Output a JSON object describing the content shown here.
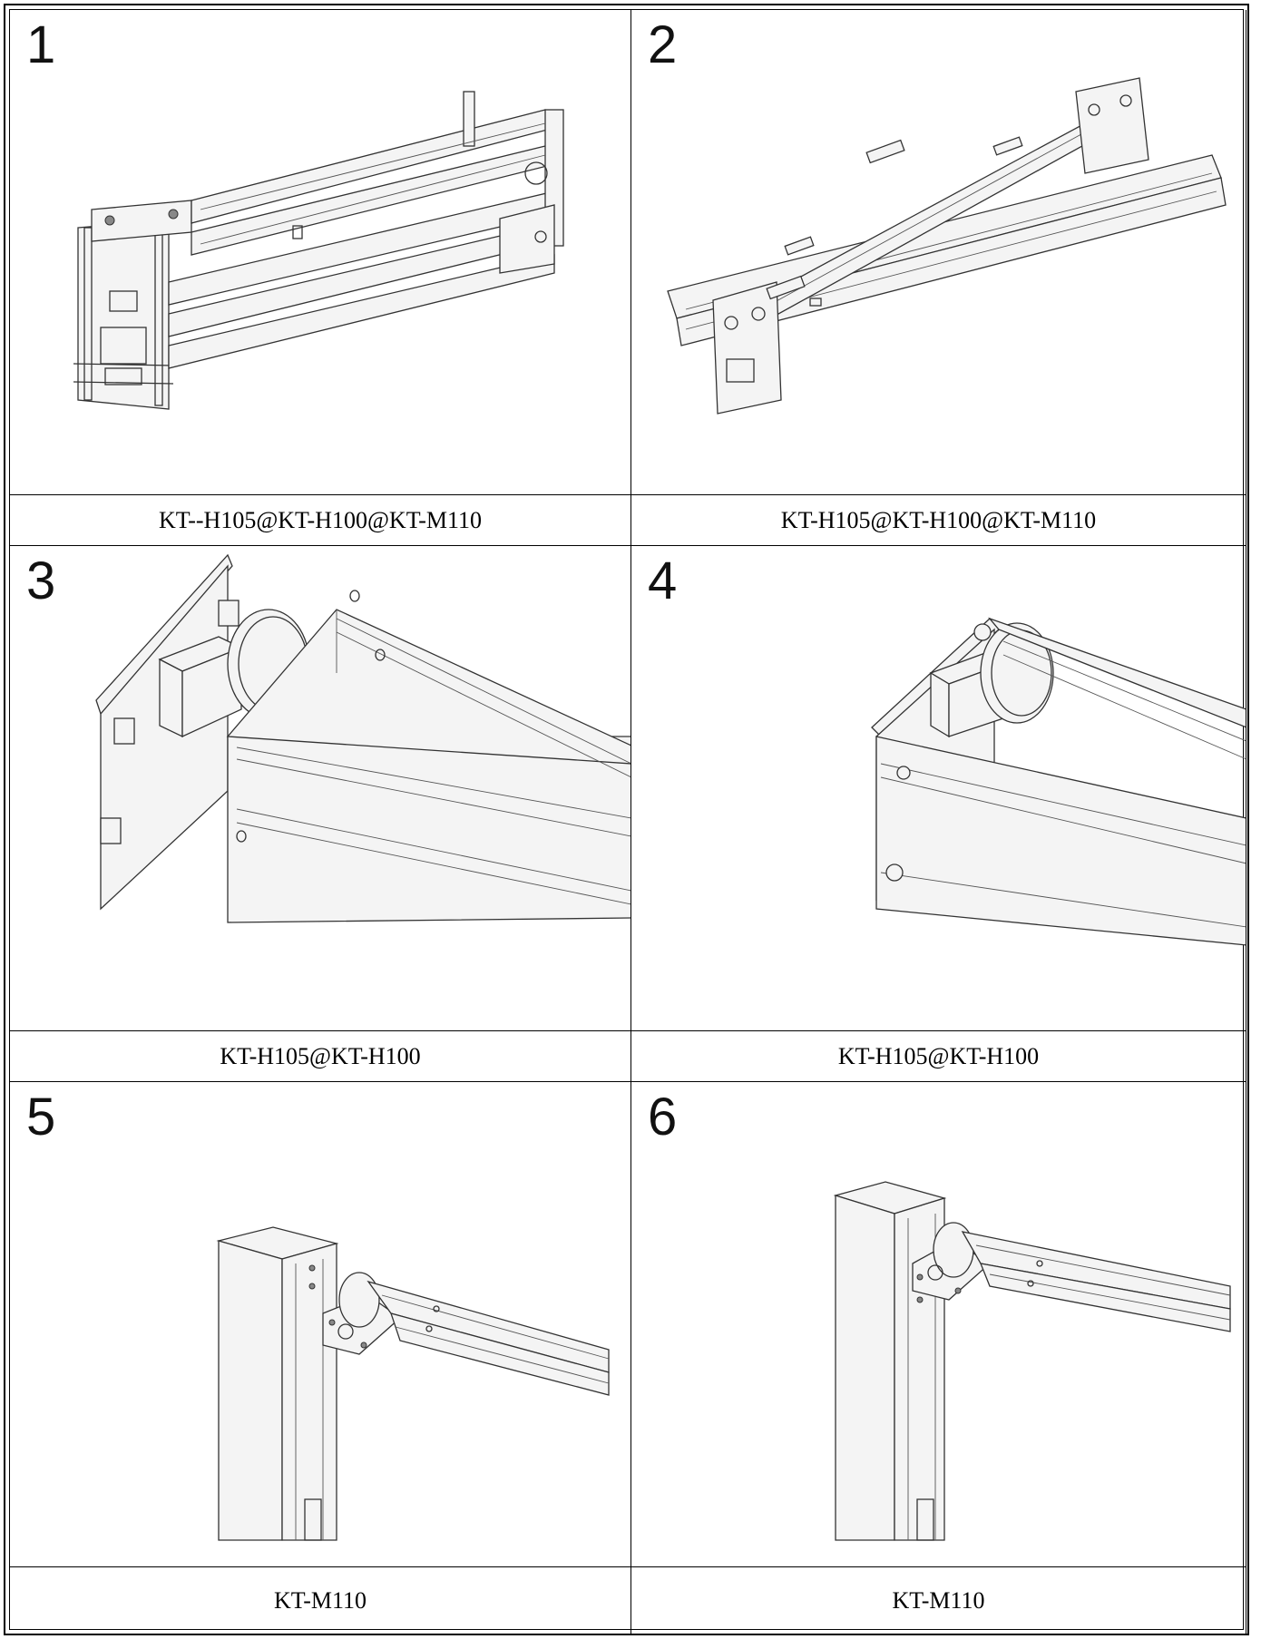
{
  "panels": [
    {
      "number": "1",
      "caption": "KT--H105@KT-H100@KT-M110",
      "image": "frame-assembly-illustration"
    },
    {
      "number": "2",
      "caption": "KT-H105@KT-H100@KT-M110",
      "image": "frame-rails-illustration"
    },
    {
      "number": "3",
      "caption": "KT-H105@KT-H100",
      "image": "pulley-bracket-detail-illustration"
    },
    {
      "number": "4",
      "caption": "KT-H105@KT-H100",
      "image": "pulley-installed-detail-illustration"
    },
    {
      "number": "5",
      "caption": "KT-M110",
      "image": "post-bracket-illustration"
    },
    {
      "number": "6",
      "caption": "KT-M110",
      "image": "post-bracket-installed-illustration"
    }
  ]
}
